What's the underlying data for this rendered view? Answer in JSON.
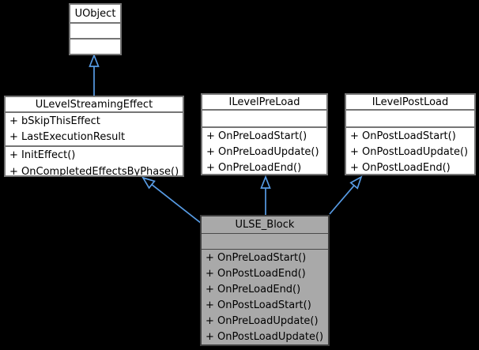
{
  "diagram": {
    "type": "uml-class-inheritance",
    "colors": {
      "background": "#000000",
      "node_fill": "#ffffff",
      "node_border": "#757575",
      "highlight_fill": "#a9a9a9",
      "highlight_border": "#3d3d3d",
      "edge_blue": "#579be4",
      "text": "#000000"
    }
  },
  "classes": {
    "uobject": {
      "name": "UObject",
      "attributes": [],
      "methods": []
    },
    "streaming_effect": {
      "name": "ULevelStreamingEffect",
      "attributes": [
        "+ bSkipThisEffect",
        "+ LastExecutionResult"
      ],
      "methods": [
        "+ InitEffect()",
        "+ OnCompletedEffectsByPhase()"
      ]
    },
    "preload": {
      "name": "ILevelPreLoad",
      "attributes": [],
      "methods": [
        "+ OnPreLoadStart()",
        "+ OnPreLoadUpdate()",
        "+ OnPreLoadEnd()"
      ]
    },
    "postload": {
      "name": "ILevelPostLoad",
      "attributes": [],
      "methods": [
        "+ OnPostLoadStart()",
        "+ OnPostLoadUpdate()",
        "+ OnPostLoadEnd()"
      ]
    },
    "block": {
      "name": "ULSE_Block",
      "attributes": [],
      "methods": [
        "+ OnPreLoadStart()",
        "+ OnPostLoadEnd()",
        "+ OnPreLoadEnd()",
        "+ OnPostLoadStart()",
        "+ OnPreLoadUpdate()",
        "+ OnPostLoadUpdate()"
      ]
    }
  },
  "relationships": [
    {
      "from": "ULevelStreamingEffect",
      "to": "UObject",
      "type": "inheritance"
    },
    {
      "from": "ULSE_Block",
      "to": "ULevelStreamingEffect",
      "type": "inheritance"
    },
    {
      "from": "ULSE_Block",
      "to": "ILevelPreLoad",
      "type": "inheritance"
    },
    {
      "from": "ULSE_Block",
      "to": "ILevelPostLoad",
      "type": "inheritance"
    }
  ]
}
